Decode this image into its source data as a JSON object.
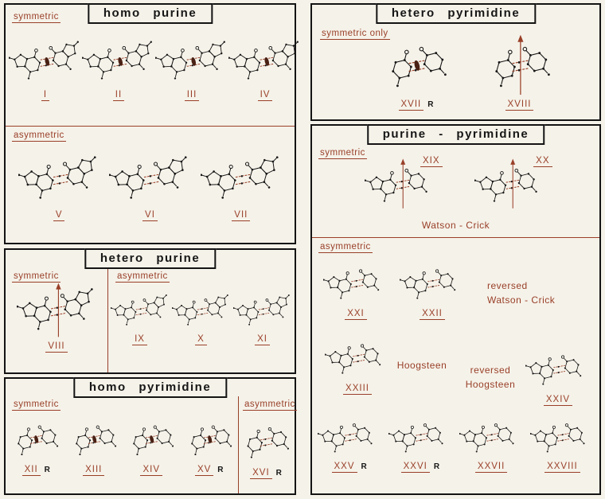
{
  "colors": {
    "accent": "#993f28",
    "lens": "#4a2114",
    "ink": "#161616",
    "paper": "#f5f2e9"
  },
  "panels": {
    "homo_purine": {
      "title": "homo purine",
      "symmetric": {
        "label": "symmetric",
        "structures": [
          {
            "numeral": "I",
            "pair": "pp",
            "sym": "lens"
          },
          {
            "numeral": "II",
            "pair": "pp",
            "sym": "lens"
          },
          {
            "numeral": "III",
            "pair": "pp",
            "sym": "lens"
          },
          {
            "numeral": "IV",
            "pair": "pp",
            "sym": "lens"
          }
        ]
      },
      "asymmetric": {
        "label": "asymmetric",
        "structures": [
          {
            "numeral": "V",
            "pair": "pp"
          },
          {
            "numeral": "VI",
            "pair": "pp"
          },
          {
            "numeral": "VII",
            "pair": "pp"
          }
        ]
      }
    },
    "hetero_purine": {
      "title": "hetero purine",
      "symmetric": {
        "label": "symmetric",
        "structures": [
          {
            "numeral": "VIII",
            "pair": "pp",
            "sym": "arrow"
          }
        ]
      },
      "asymmetric": {
        "label": "asymmetric",
        "structures": [
          {
            "numeral": "IX",
            "pair": "pp"
          },
          {
            "numeral": "X",
            "pair": "pp"
          },
          {
            "numeral": "XI",
            "pair": "pp"
          }
        ]
      }
    },
    "homo_pyrimidine": {
      "title": "homo pyrimidine",
      "symmetric": {
        "label": "symmetric",
        "structures": [
          {
            "numeral": "XII",
            "pair": "yy",
            "sym": "lens",
            "r": "R"
          },
          {
            "numeral": "XIII",
            "pair": "yy",
            "sym": "lens"
          },
          {
            "numeral": "XIV",
            "pair": "yy",
            "sym": "lens"
          },
          {
            "numeral": "XV",
            "pair": "yy",
            "sym": "lens",
            "r": "R"
          }
        ]
      },
      "asymmetric": {
        "label": "asymmetric",
        "structures": [
          {
            "numeral": "XVI",
            "pair": "yy",
            "r": "R"
          }
        ]
      }
    },
    "hetero_pyrimidine": {
      "title": "hetero pyrimidine",
      "label": "symmetric only",
      "structures": [
        {
          "numeral": "XVII",
          "pair": "yy",
          "sym": "lens",
          "r": "R"
        },
        {
          "numeral": "XVIII",
          "pair": "yy",
          "sym": "arrow"
        }
      ]
    },
    "purine_pyrimidine": {
      "title": "purine - pyrimidine",
      "symmetric": {
        "label": "symmetric",
        "structures": [
          {
            "numeral": "XIX",
            "pair": "py",
            "sym": "arrow",
            "numpos": "top"
          },
          {
            "numeral": "XX",
            "pair": "py",
            "sym": "arrow",
            "numpos": "top"
          }
        ],
        "caption": "Watson - Crick"
      },
      "asymmetric": {
        "label": "asymmetric",
        "row_wc": {
          "structures": [
            {
              "numeral": "XXI",
              "pair": "py"
            },
            {
              "numeral": "XXII",
              "pair": "py"
            }
          ],
          "caption": "reversed\nWatson - Crick"
        },
        "row_hg": {
          "left": [
            {
              "numeral": "XXIII",
              "pair": "py"
            }
          ],
          "caption_left": "Hoogsteen",
          "caption_right": "reversed\nHoogsteen",
          "right": [
            {
              "numeral": "XXIV",
              "pair": "py"
            }
          ]
        },
        "row_last": {
          "structures": [
            {
              "numeral": "XXV",
              "pair": "py",
              "r": "R"
            },
            {
              "numeral": "XXVI",
              "pair": "py",
              "r": "R"
            },
            {
              "numeral": "XXVII",
              "pair": "py"
            },
            {
              "numeral": "XXVIII",
              "pair": "py"
            }
          ]
        }
      }
    }
  }
}
